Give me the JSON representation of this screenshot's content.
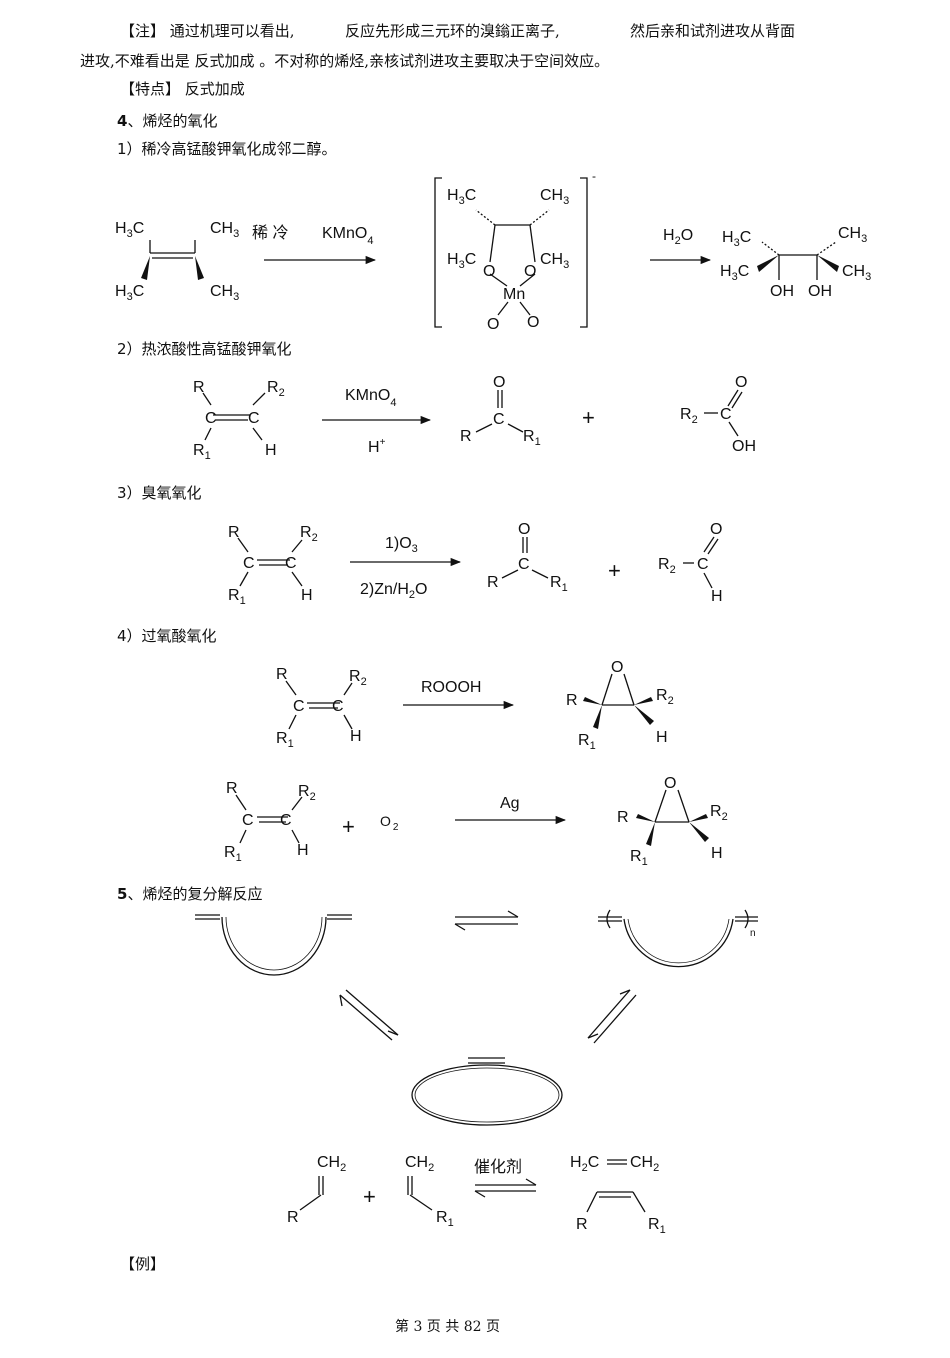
{
  "note": {
    "line1_a": "【注】 通过机理可以看出,",
    "line1_b": "反应先形成三元环的溴鎓正离子,",
    "line1_c": "然后亲和试剂进攻从背面",
    "line2": "进攻,不难看出是   反式加成 。不对称的烯烃,亲核试剂进攻主要取决于空间效应。",
    "feature": "【特点】  反式加成"
  },
  "section4": {
    "num": "4",
    "title": "、烯烃的氧化",
    "sub1": "1）稀冷高锰酸钾氧化成邻二醇。",
    "sub2": "2）热浓酸性高锰酸钾氧化",
    "sub3": "3）臭氧氧化",
    "sub4": "4）过氧酸氧化"
  },
  "section5": {
    "num": "5",
    "title": "、烯烃的复分解反应"
  },
  "example": "【例】",
  "footer": "第 3 页 共 82 页",
  "scheme1": {
    "reagent_a": "稀  冷",
    "reagent_b": "KMnO",
    "reagent_b_sub": "4",
    "reagent2": "H",
    "reagent2_sub": "2",
    "reagent2_end": "O",
    "charge": "-",
    "me": "CH",
    "me_sub": "3",
    "h3c": "H",
    "h3c_sub": "3",
    "h3c_end": "C",
    "oxygen": "O",
    "mn": "Mn",
    "oh": "OH"
  },
  "scheme2": {
    "reagent_top": "KMnO",
    "reagent_top_sub": "4",
    "reagent_bottom": "H",
    "reagent_bottom_sup": "+",
    "plus": "+"
  },
  "scheme3": {
    "reagent_top_a": "1)O",
    "reagent_top_sub": "3",
    "reagent_bottom_a": "2)Zn/H",
    "reagent_bottom_sub": "2",
    "reagent_bottom_b": "O",
    "plus": "+"
  },
  "scheme4": {
    "reagent": "ROOOH",
    "reagent2": "Ag",
    "o2": "O",
    "o2_sub": "2",
    "plus": "+"
  },
  "scheme5": {
    "catalyst": "催化剂",
    "ch2": "CH",
    "ch2_sub": "2",
    "h2c": "H",
    "h2c_sub": "2",
    "h2c_end": "C",
    "n": "n",
    "plus": "+"
  },
  "labels": {
    "R": "R",
    "R1": "R",
    "R1_sub": "1",
    "R2": "R",
    "R2_sub": "2",
    "C": "C",
    "H": "H",
    "O": "O",
    "OH": "OH"
  }
}
